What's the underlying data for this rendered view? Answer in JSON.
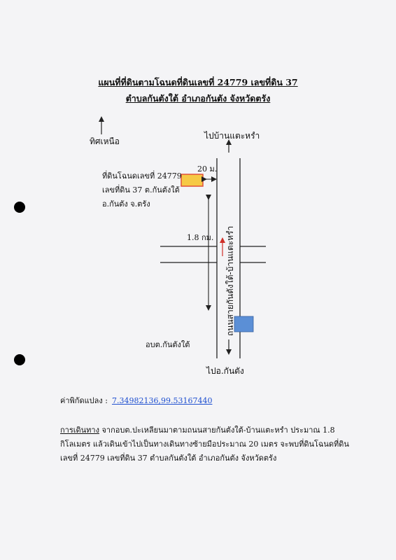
{
  "title_line1": "แผนที่ที่ดินตามโฉนดที่ดินเลขที่ 24779 เลขที่ดิน 37",
  "title_line2": "ตำบลกันตังใต้ อำเภอกันตัง จังหวัดตรัง",
  "map": {
    "north_label": "ทิศเหนือ",
    "to_top": "ไปบ้านแตะหรำ",
    "to_bottom": "ไปอ.กันตัง",
    "distance_20m": "20 ม.",
    "distance_1_8km": "1.8 กม.",
    "land_label_line1": "ที่ดินโฉนดเลขที่ 24779",
    "land_label_line2": "เลขที่ดิน 37 ต.กันตังใต้",
    "land_label_line3": "อ.กันตัง จ.ตรัง",
    "office_label": "อบต.กันตังใต้",
    "road_label": "ถนนสายกันตังใต้-บ้านแตะหรำ",
    "colors": {
      "land_fill": "#f6c945",
      "land_border": "#e0503a",
      "office_fill": "#5b8fd6",
      "route_arrow": "#d0302a"
    }
  },
  "coordinates": {
    "label": "ค่าพิกัดแปลง :",
    "value": "7.34982136,99.53167440"
  },
  "directions": {
    "heading": "การเดินทาง",
    "line1_rest": " จากอบต.ปะเหลียนมาตามถนนสายกันตังใต้-บ้านแตะหรำ ประมาณ 1.8",
    "line2": "กิโลเมตร แล้วเดินเข้าไปเป็นทางเดินทางซ้ายมือประมาณ 20 เมตร จะพบที่ดินโฉนดที่ดิน",
    "line3": "เลขที่ 24779 เลขที่ดิน 37 ตำบลกันตังใต้ อำเภอกันตัง จังหวัดตรัง"
  }
}
